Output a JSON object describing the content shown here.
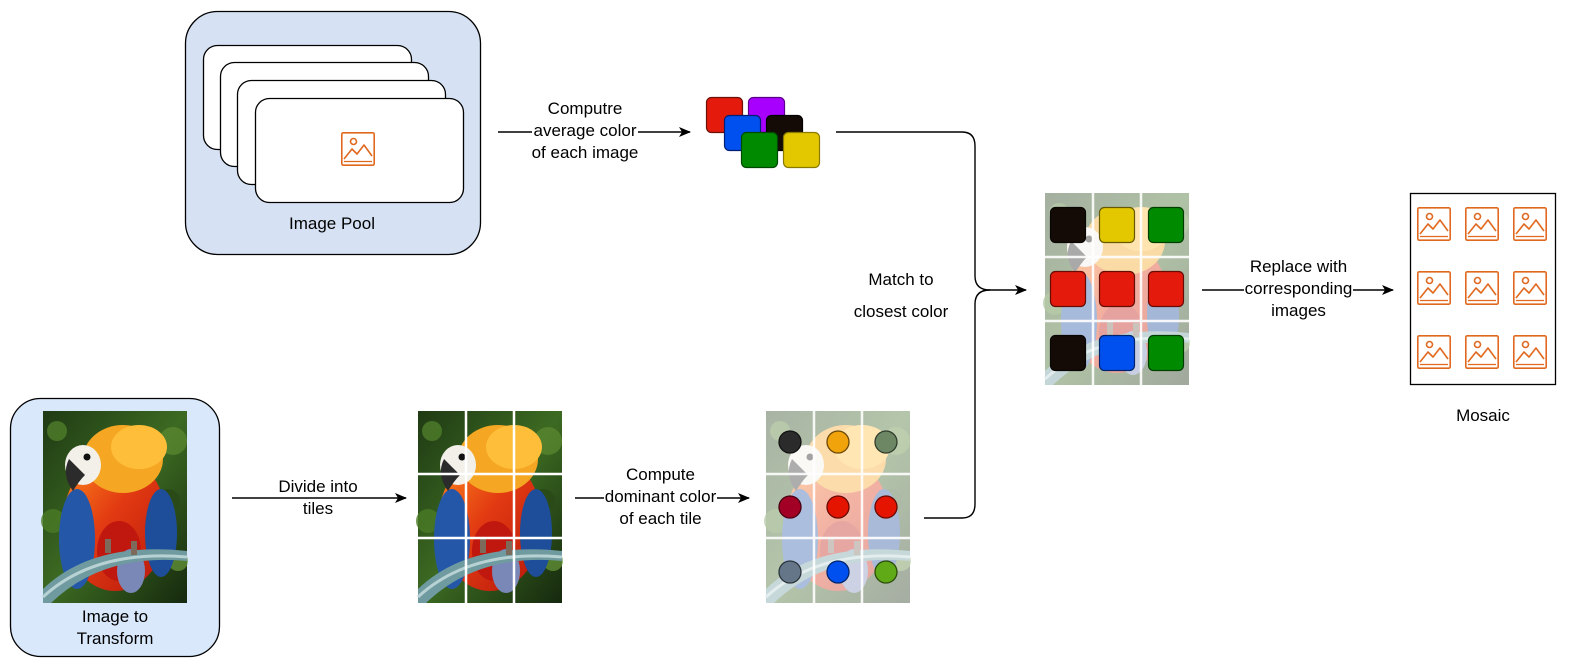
{
  "pool": {
    "label": "Image Pool"
  },
  "source": {
    "label_lines": [
      "Image to",
      "Transform"
    ]
  },
  "steps": {
    "average": [
      "Computre",
      "average color",
      "of each image"
    ],
    "divide": [
      "Divide into",
      "tiles"
    ],
    "dominant": [
      "Compute",
      "dominant color",
      "of each tile"
    ],
    "match": [
      "Match to",
      "closest color"
    ],
    "replace": [
      "Replace with",
      "corresponding",
      "images"
    ]
  },
  "mosaic": {
    "label": "Mosaic"
  },
  "colors": {
    "container_fill": "#d6e2f3",
    "container_stroke": "#000000",
    "image_icon": "#e0691f",
    "swatches": [
      "#e31a0c",
      "#a800ff",
      "#0050ef",
      "#140a06",
      "#008a00",
      "#e3c800"
    ],
    "dominant_dots": [
      "#2b2b2b",
      "#f0a30a",
      "#6d8764",
      "#a20025",
      "#e51400",
      "#e51400",
      "#647687",
      "#0050ef",
      "#60a917"
    ],
    "matched_tiles": [
      "#140a06",
      "#e3c800",
      "#008a00",
      "#e31a0c",
      "#e31a0c",
      "#e31a0c",
      "#140a06",
      "#0050ef",
      "#008a00"
    ]
  }
}
